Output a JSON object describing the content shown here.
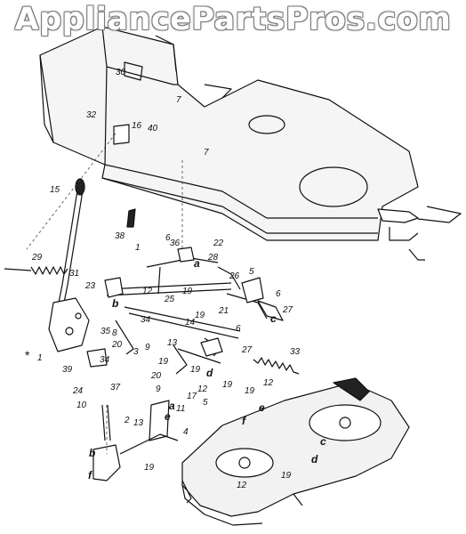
{
  "watermark": "AppliancePartsPros.com",
  "colors": {
    "ink": "#111111",
    "deck_fill": "#f2f2f2",
    "frame_fill": "#f5f5f5"
  },
  "callouts": {
    "c1": "1",
    "c1b": "1",
    "c2": "2",
    "c3": "3",
    "c4": "4",
    "c5a": "5",
    "c5b": "5",
    "c6a": "6",
    "c6b": "6",
    "c6c": "6",
    "c7a": "7",
    "c7b": "7",
    "c8": "8",
    "c9a": "9",
    "c9b": "9",
    "c10": "10",
    "c11": "11",
    "c12a": "12",
    "c12b": "12",
    "c12c": "12",
    "c12d": "12",
    "c13a": "13",
    "c13b": "13",
    "c14": "14",
    "c15": "15",
    "c16": "16",
    "c17": "17",
    "c19a": "19",
    "c19b": "19",
    "c19c": "19",
    "c19d": "19",
    "c19e": "19",
    "c19f": "19",
    "c19g": "19",
    "c19h": "19",
    "c20a": "20",
    "c20b": "20",
    "c21": "21",
    "c22": "22",
    "c23": "23",
    "c24": "24",
    "c25": "25",
    "c26": "26",
    "c27a": "27",
    "c27b": "27",
    "c28": "28",
    "c29": "29",
    "c30": "30",
    "c31": "31",
    "c32": "32",
    "c33": "33",
    "c34a": "34",
    "c34b": "34",
    "c35": "35",
    "c36": "36",
    "c37": "37",
    "c38": "38",
    "c39": "39",
    "c40": "40",
    "star": "*"
  },
  "letters": {
    "a1": "a",
    "a2": "a",
    "b1": "b",
    "b2": "b",
    "c1": "c",
    "c2": "c",
    "d1": "d",
    "d2": "d",
    "e1": "e",
    "e2": "e",
    "f1": "f",
    "f2": "f"
  }
}
